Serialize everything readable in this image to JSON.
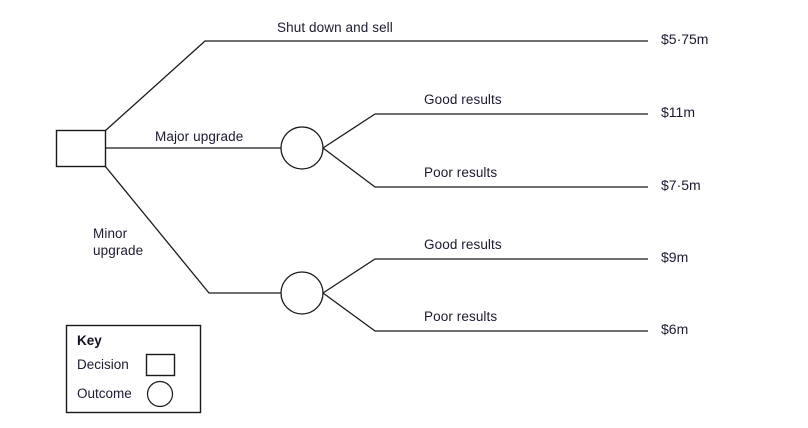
{
  "diagram": {
    "type": "decision-tree",
    "title": "",
    "nodes": {
      "decision": {
        "shape": "square",
        "label": ""
      },
      "chance_upper": {
        "shape": "circle",
        "label": ""
      },
      "chance_lower": {
        "shape": "circle",
        "label": ""
      }
    },
    "branches": [
      {
        "id": "shut-down",
        "label": "Shut down and sell",
        "payoff": "$5·75m"
      },
      {
        "id": "major-upgrade",
        "label": "Major upgrade"
      },
      {
        "id": "major-good",
        "label": "Good results",
        "payoff": "$11m"
      },
      {
        "id": "major-poor",
        "label": "Poor results",
        "payoff": "$7·5m"
      },
      {
        "id": "minor-upgrade",
        "label_line1": "Minor",
        "label_line2": "upgrade"
      },
      {
        "id": "minor-good",
        "label": "Good results",
        "payoff": "$9m"
      },
      {
        "id": "minor-poor",
        "label": "Poor results",
        "payoff": "$6m"
      }
    ],
    "labels": {
      "shut_down": "Shut down and sell",
      "major_upgrade": "Major upgrade",
      "minor_upgrade_line1": "Minor",
      "minor_upgrade_line2": "upgrade",
      "good_results_upper": "Good results",
      "poor_results_upper": "Poor results",
      "good_results_lower": "Good results",
      "poor_results_lower": "Poor results"
    },
    "payoffs": {
      "shut_down": "$5·75m",
      "major_good": "$11m",
      "major_poor": "$7·5m",
      "minor_good": "$9m",
      "minor_poor": "$6m"
    }
  },
  "key": {
    "title": "Key",
    "decision_label": "Decision",
    "outcome_label": "Outcome"
  },
  "colors": {
    "line": "#1a1a1a",
    "text": "#1b1b30",
    "background": "#ffffff"
  }
}
